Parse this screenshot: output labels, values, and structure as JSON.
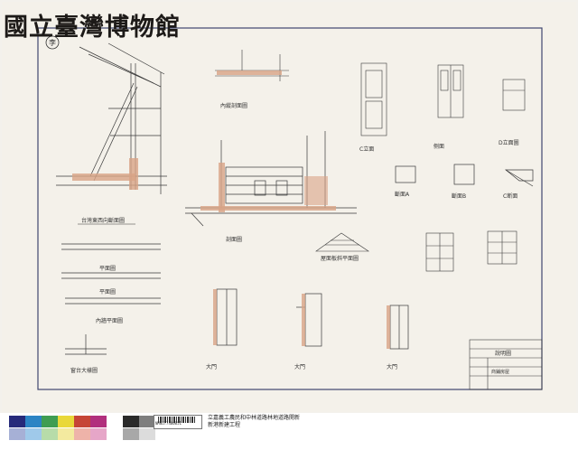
{
  "museum_logo": "國立臺灣博物館",
  "document": {
    "id": "NMNIT7400051",
    "caption_line1": "立嘉義工農民和中林道路林地道路開新",
    "caption_line2": "新港新建工程"
  },
  "sheet_stamp": "李",
  "drawing_labels": {
    "section_east": "台灣東西向斷面圖",
    "section_main": "剖面圖",
    "section_long": "內縱剖面圖",
    "elev_c": "C立面",
    "elev_side": "侧面",
    "elev_d": "D立面圖",
    "plan_a": "斷面A",
    "plan_b": "斷面B",
    "plan_c": "C断面",
    "roof": "屋面板斜平面圖",
    "wall_1": "平面圖",
    "wall_2": "平面圖",
    "wall_3": "內牆平面圖",
    "detail_sill": "窗台大樣圖",
    "door_1": "大門",
    "door_2": "大門",
    "door_3": "大門",
    "title_block_header": "說明圖",
    "title_block_name": "商鋪房屋"
  },
  "color_swatches": {
    "top_row": [
      "#262a7a",
      "#2c84c4",
      "#3f9d52",
      "#e9d839",
      "#c64536",
      "#b12f7d",
      "#2a2a2a",
      "#7e7e7e"
    ],
    "bottom_row": [
      "#a6b0d6",
      "#9fc9ea",
      "#b7dca9",
      "#f3ea9f",
      "#eeb3a9",
      "#e6a6c8",
      "#a8a8a8",
      "#dcdcdc"
    ]
  }
}
